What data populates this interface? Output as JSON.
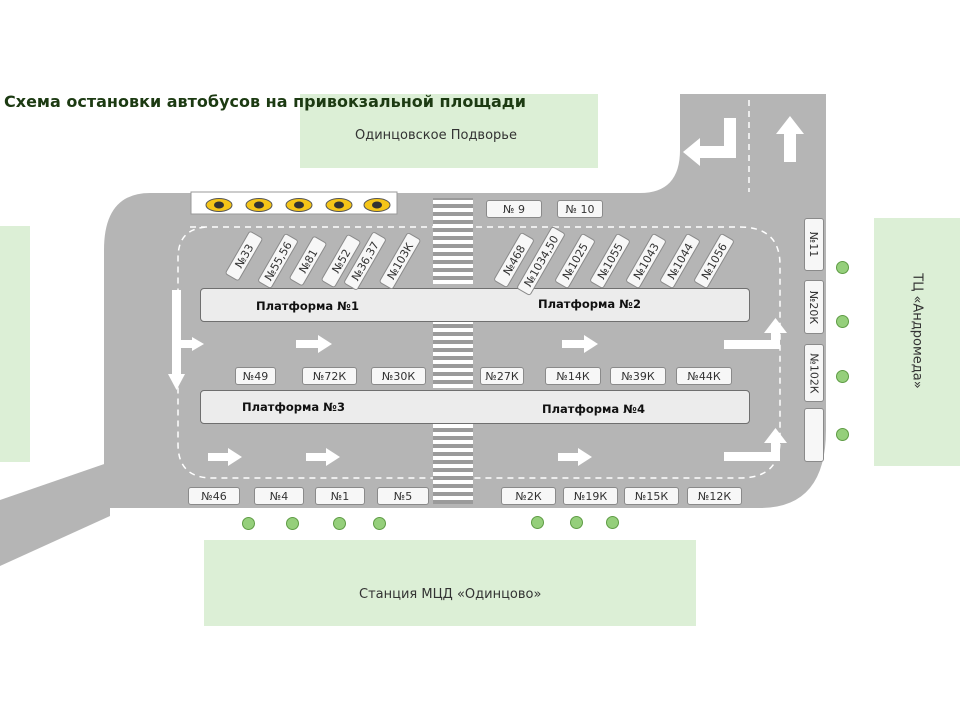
{
  "title": "Схема остановки автобусов на привокзальной площади",
  "landmarks": {
    "odintsovo_podvorye": "Одинцовское Подворье",
    "mall": "ТЦ «Андромеда»",
    "station": "Станция МЦД «Одинцово»"
  },
  "platforms": {
    "p1": "Платформа №1",
    "p2": "Платформа №2",
    "p3": "Платформа №3",
    "p4": "Платформа №4"
  },
  "buses": {
    "top": [
      "№ 9",
      "№ 10"
    ],
    "diag_left": [
      "№33",
      "№55,56",
      "№81",
      "№52",
      "№36,37",
      "№103К"
    ],
    "diag_right": [
      "№468",
      "№1034,50",
      "№1025",
      "№1055",
      "№1043",
      "№1044",
      "№1056"
    ],
    "middle_left": [
      "№49",
      "№72К",
      "№30К"
    ],
    "middle_right": [
      "№27К",
      "№14К",
      "№39К",
      "№44К"
    ],
    "bottom_left": [
      "№46",
      "№4",
      "№1",
      "№5"
    ],
    "bottom_right": [
      "№2К",
      "№19К",
      "№15К",
      "№12К"
    ],
    "right_column": [
      "№11",
      "№20К",
      "№102К"
    ]
  },
  "colors": {
    "road": "#b5b5b5",
    "green_area": "#dcefd6",
    "bus_stop": "#95cf7b",
    "taxi": "#f5c518",
    "title": "#1c3a12"
  },
  "icons": [
    "taxi-icon",
    "bus-icon",
    "arrow-icon",
    "bus-stop-icon",
    "crosswalk-icon"
  ]
}
